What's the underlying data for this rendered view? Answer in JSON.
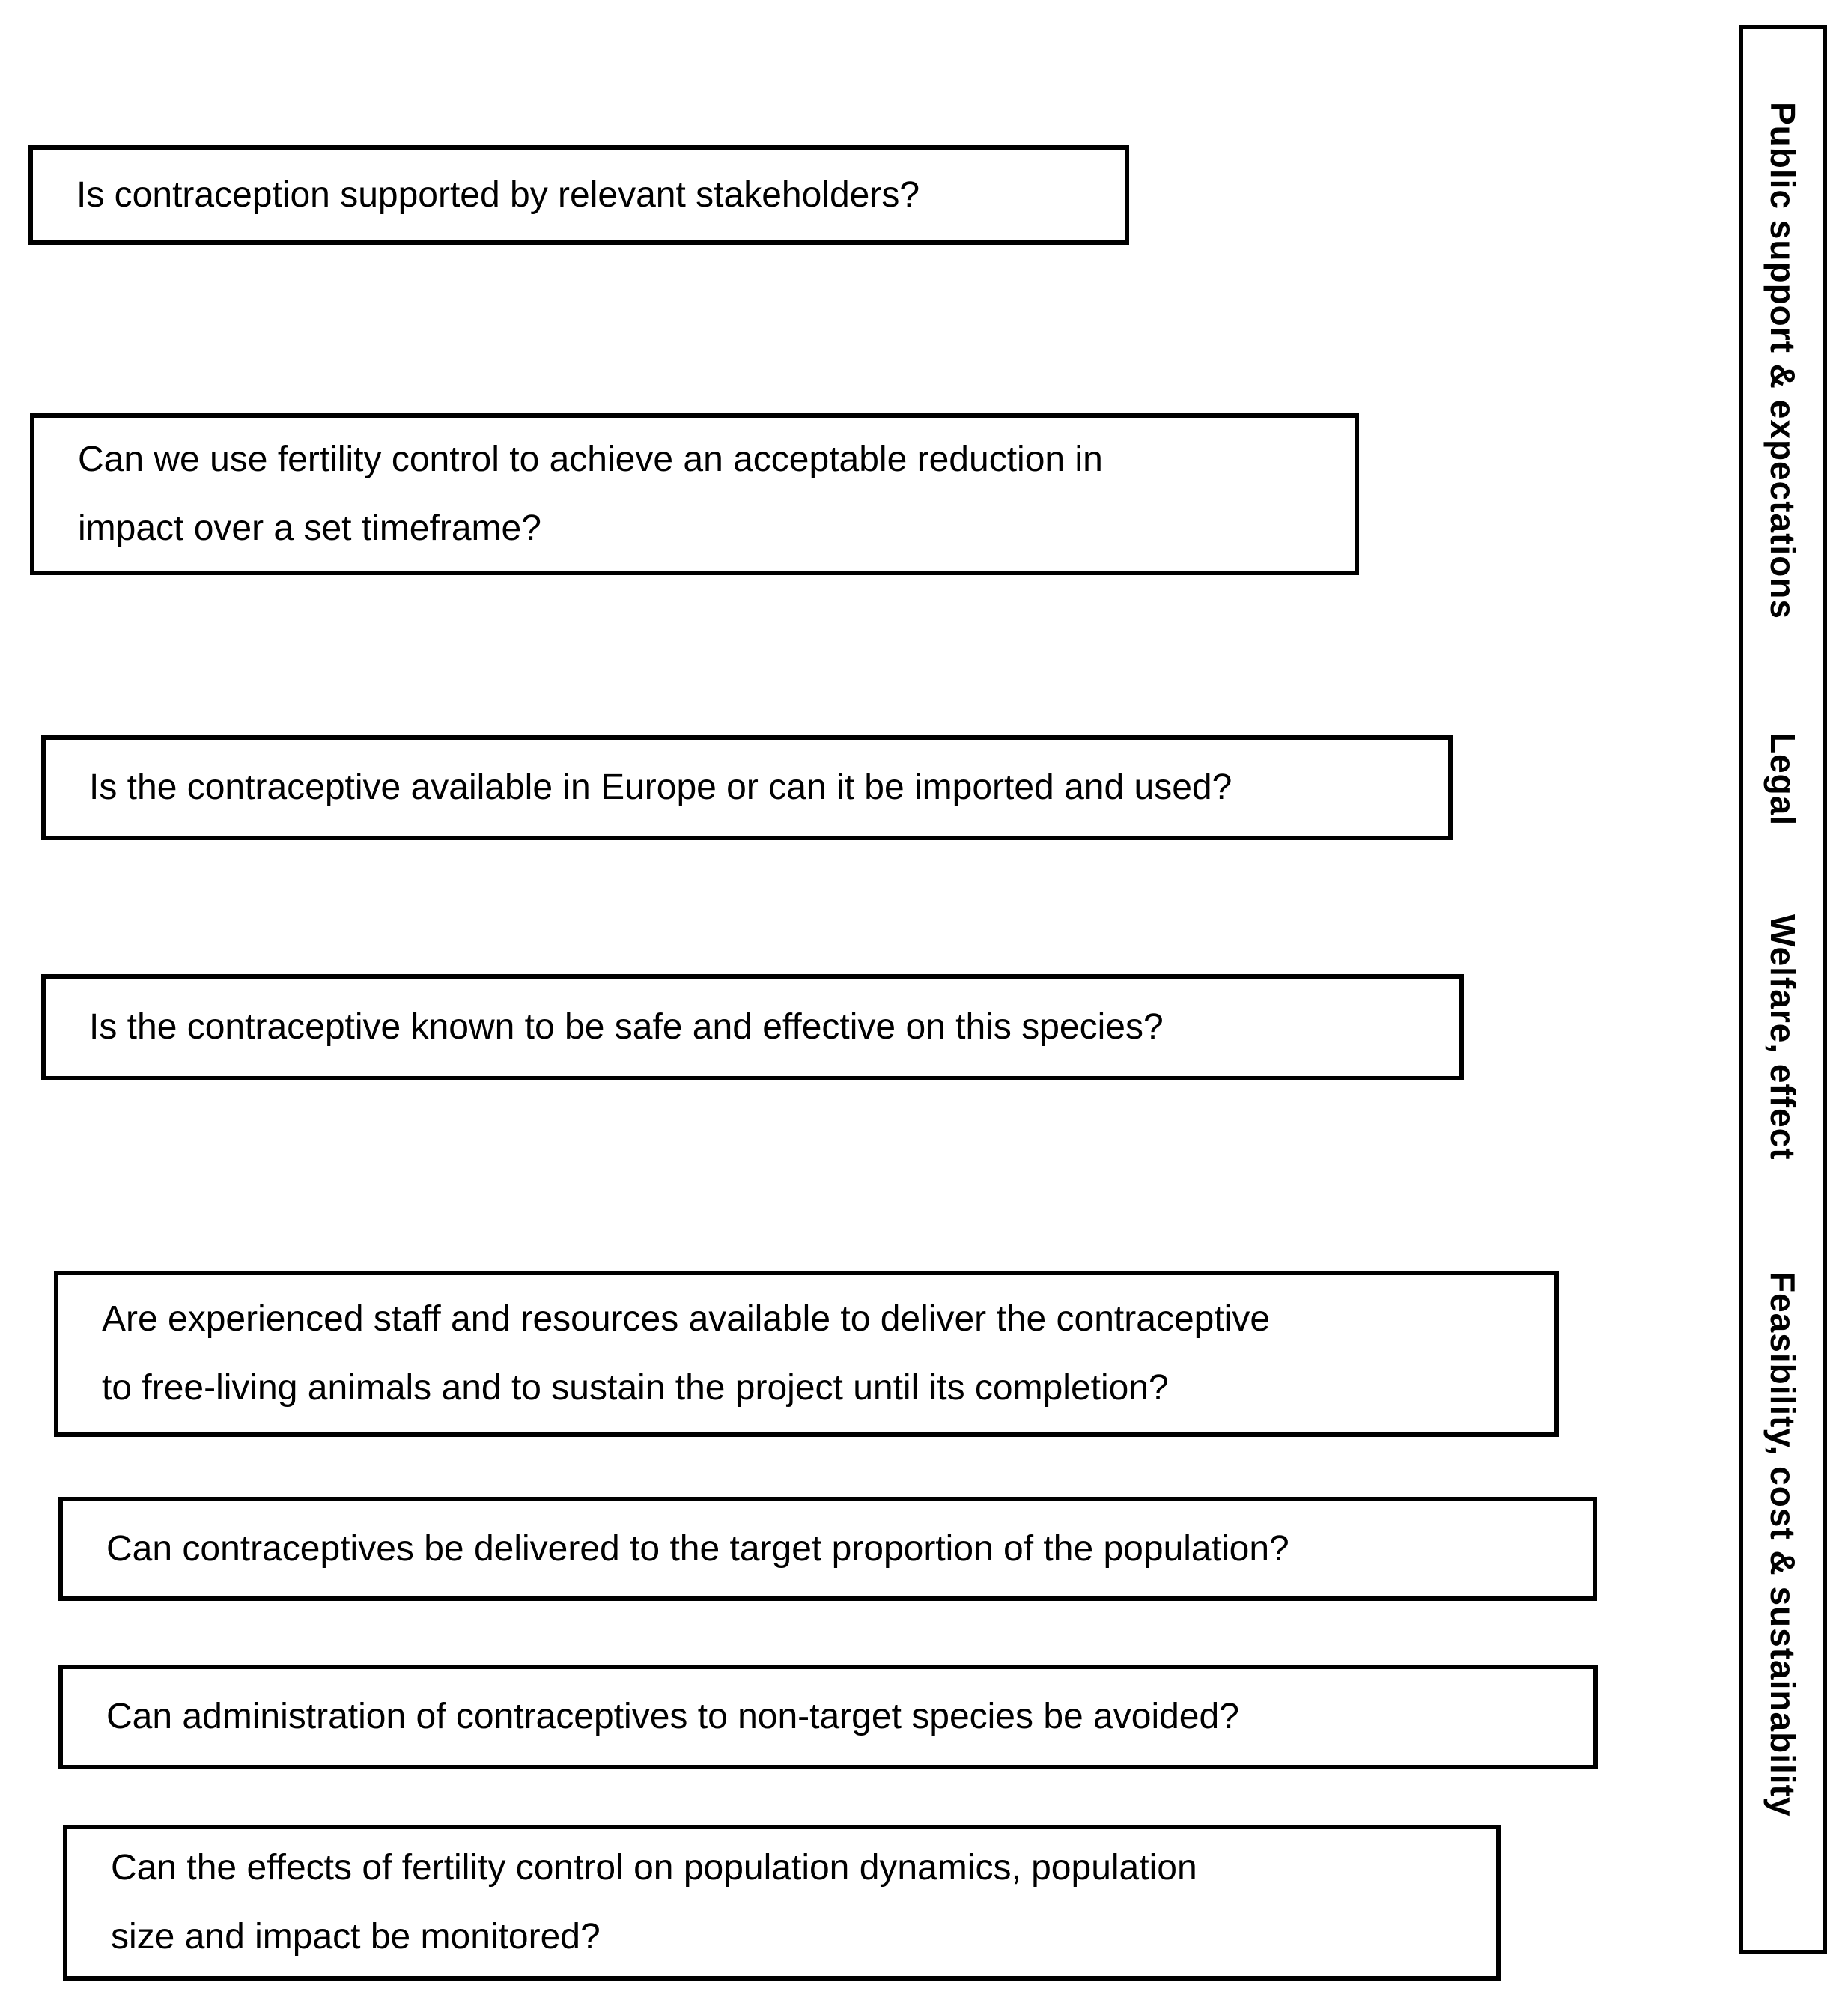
{
  "figure": {
    "questions": [
      {
        "lines": [
          "Is contraception supported by relevant stakeholders?"
        ]
      },
      {
        "lines": [
          "Can we use fertility control to achieve an acceptable reduction in",
          "impact over a set timeframe?"
        ]
      },
      {
        "lines": [
          "Is the contraceptive available in Europe or can it be imported and used?"
        ]
      },
      {
        "lines": [
          "Is the contraceptive known to be safe and effective on this species?"
        ]
      },
      {
        "lines": [
          "Are experienced staff and resources available to deliver the contraceptive",
          "to free-living animals and to sustain the project until its completion?"
        ]
      },
      {
        "lines": [
          "Can contraceptives be delivered to the target proportion of the population?"
        ]
      },
      {
        "lines": [
          "Can administration of contraceptives to non-target species be avoided?"
        ]
      },
      {
        "lines": [
          "Can the effects of fertility control on population dynamics, population",
          "size and impact be monitored?"
        ]
      }
    ],
    "categories": [
      {
        "label": "Public support & expectations"
      },
      {
        "label": "Legal"
      },
      {
        "label": "Welfare, effect"
      },
      {
        "label": "Feasibility, cost & sustainability"
      }
    ],
    "colors": {
      "border": "#000000",
      "text": "#000000",
      "background": "#ffffff"
    }
  }
}
